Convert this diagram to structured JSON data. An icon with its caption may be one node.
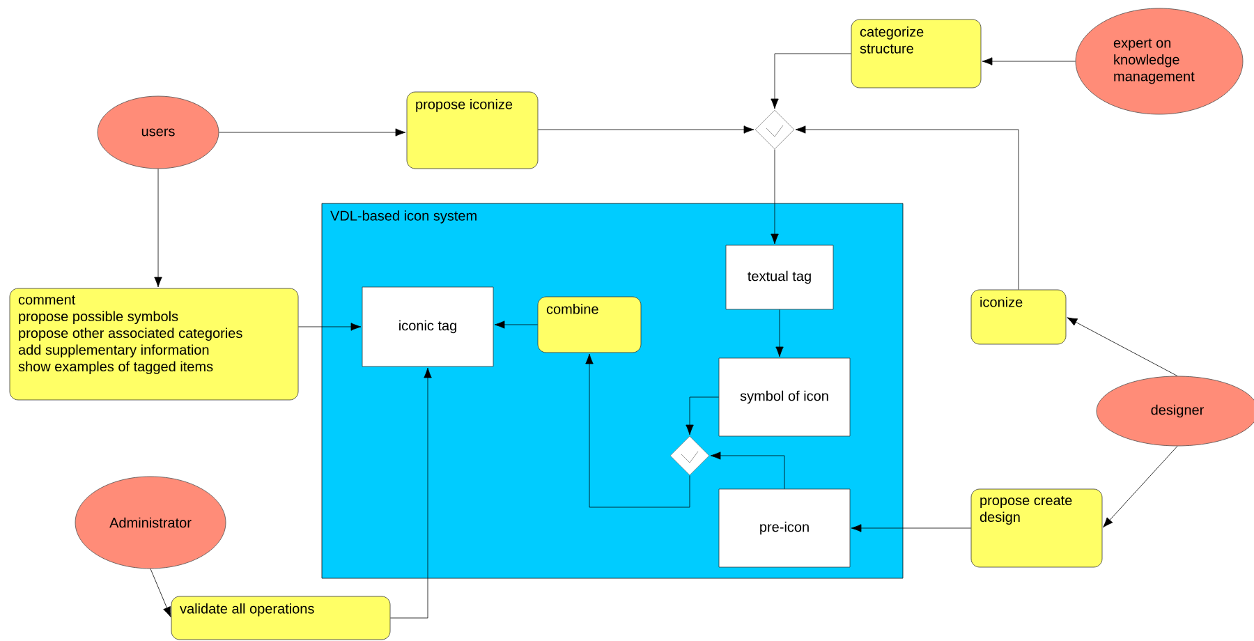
{
  "diagram": {
    "nodes": [
      {
        "text": [
          "users"
        ]
      },
      {
        "text": [
          "propose iconize"
        ]
      },
      {
        "text": [
          "categorize structure"
        ]
      },
      {
        "text": [
          "expert on knowledge management"
        ]
      },
      {
        "text": [],
        "shape": "diamond"
      },
      {
        "text": [
          "comment",
          "propose possible symbols",
          "propose other associated categories",
          "add supplementary information",
          "show examples of tagged items"
        ]
      },
      {
        "text": [
          "VDL-based icon system"
        ]
      },
      {
        "text": [
          "textual tag"
        ],
        "in": 6
      },
      {
        "text": [
          "iconic tag"
        ],
        "in": 6
      },
      {
        "text": [
          "combine"
        ],
        "in": 6
      },
      {
        "text": [
          "symbol of icon"
        ],
        "in": 6
      },
      {
        "text": [],
        "shape": "diamond",
        "in": 6
      },
      {
        "text": [
          "pre-icon"
        ],
        "in": 6
      },
      {
        "text": [
          "iconize"
        ]
      },
      {
        "text": [
          "designer"
        ]
      },
      {
        "text": [
          "propose create design"
        ]
      },
      {
        "text": [
          "Administrator"
        ]
      },
      {
        "text": [
          "validate all operations"
        ]
      }
    ],
    "edges": [
      {
        "from": 0,
        "to": 1,
        "arrow": "to"
      },
      {
        "from": 0,
        "to": 5,
        "arrow": "to"
      },
      {
        "from": 1,
        "to": 4,
        "arrow": "to"
      },
      {
        "from": 2,
        "to": 4,
        "arrow": "to"
      },
      {
        "from": 3,
        "to": 2,
        "arrow": "to"
      },
      {
        "from": 13,
        "to": 4,
        "arrow": "to"
      },
      {
        "from": 4,
        "to": 7,
        "arrow": "to"
      },
      {
        "from": 5,
        "to": 8,
        "arrow": "to"
      },
      {
        "from": 9,
        "to": 8,
        "arrow": "to"
      },
      {
        "from": 7,
        "to": 10,
        "arrow": "to"
      },
      {
        "from": 10,
        "to": 11,
        "arrow": "to"
      },
      {
        "from": 12,
        "to": 11,
        "arrow": "to"
      },
      {
        "from": 11,
        "to": 9,
        "arrow": "to"
      },
      {
        "from": 14,
        "to": 13,
        "arrow": "to"
      },
      {
        "from": 14,
        "to": 15,
        "arrow": "to"
      },
      {
        "from": 15,
        "to": 12,
        "arrow": "to"
      },
      {
        "from": 16,
        "to": 17,
        "arrow": "to"
      },
      {
        "from": 17,
        "to": 8,
        "arrow": "to"
      }
    ]
  }
}
